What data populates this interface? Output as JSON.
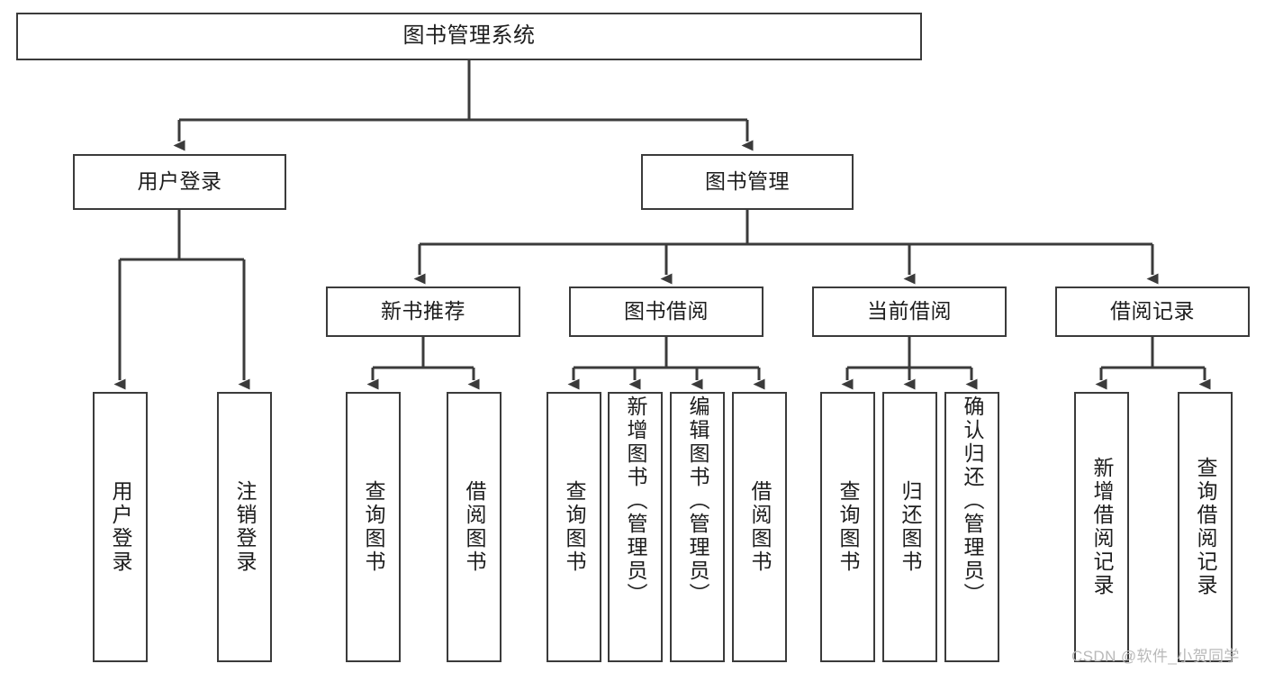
{
  "diagram": {
    "type": "tree",
    "title": "图书管理系统",
    "watermark": "CSDN @软件_小贺同学",
    "colors": {
      "stroke": "#3b3b3b",
      "fill": "#ffffff",
      "text": "#1d1d1d",
      "watermark": "#b9b9b9"
    },
    "nodes": {
      "root": {
        "label": "图书管理系统",
        "level": 1,
        "orientation": "horizontal"
      },
      "user_login": {
        "label": "用户登录",
        "level": 2,
        "orientation": "horizontal"
      },
      "book_manage": {
        "label": "图书管理",
        "level": 2,
        "orientation": "horizontal"
      },
      "new_book_rec": {
        "label": "新书推荐",
        "level": 3,
        "orientation": "horizontal"
      },
      "book_borrow": {
        "label": "图书借阅",
        "level": 3,
        "orientation": "horizontal"
      },
      "current_borrow": {
        "label": "当前借阅",
        "level": 3,
        "orientation": "horizontal"
      },
      "borrow_record": {
        "label": "借阅记录",
        "level": 3,
        "orientation": "horizontal"
      },
      "leaf_user_login": {
        "label": "用户登录",
        "level": 3,
        "orientation": "vertical"
      },
      "leaf_logout": {
        "label": "注销登录",
        "level": 3,
        "orientation": "vertical"
      },
      "leaf_query_book_1": {
        "label": "查询图书",
        "level": 4,
        "orientation": "vertical"
      },
      "leaf_borrow_book_1": {
        "label": "借阅图书",
        "level": 4,
        "orientation": "vertical"
      },
      "leaf_query_book_2": {
        "label": "查询图书",
        "level": 4,
        "orientation": "vertical"
      },
      "leaf_add_book": {
        "label": "新增图书（管理员）",
        "level": 4,
        "orientation": "vertical"
      },
      "leaf_edit_book": {
        "label": "编辑图书（管理员）",
        "level": 4,
        "orientation": "vertical"
      },
      "leaf_borrow_book_2": {
        "label": "借阅图书",
        "level": 4,
        "orientation": "vertical"
      },
      "leaf_query_book_3": {
        "label": "查询图书",
        "level": 4,
        "orientation": "vertical"
      },
      "leaf_return_book": {
        "label": "归还图书",
        "level": 4,
        "orientation": "vertical"
      },
      "leaf_confirm_return": {
        "label": "确认归还（管理员）",
        "level": 4,
        "orientation": "vertical"
      },
      "leaf_add_record": {
        "label": "新增借阅记录",
        "level": 4,
        "orientation": "vertical"
      },
      "leaf_query_record": {
        "label": "查询借阅记录",
        "level": 4,
        "orientation": "vertical"
      }
    },
    "edges": [
      {
        "from": "root",
        "to": "user_login"
      },
      {
        "from": "root",
        "to": "book_manage"
      },
      {
        "from": "user_login",
        "to": "leaf_user_login"
      },
      {
        "from": "user_login",
        "to": "leaf_logout"
      },
      {
        "from": "book_manage",
        "to": "new_book_rec"
      },
      {
        "from": "book_manage",
        "to": "book_borrow"
      },
      {
        "from": "book_manage",
        "to": "current_borrow"
      },
      {
        "from": "book_manage",
        "to": "borrow_record"
      },
      {
        "from": "new_book_rec",
        "to": "leaf_query_book_1"
      },
      {
        "from": "new_book_rec",
        "to": "leaf_borrow_book_1"
      },
      {
        "from": "book_borrow",
        "to": "leaf_query_book_2"
      },
      {
        "from": "book_borrow",
        "to": "leaf_add_book"
      },
      {
        "from": "book_borrow",
        "to": "leaf_edit_book"
      },
      {
        "from": "book_borrow",
        "to": "leaf_borrow_book_2"
      },
      {
        "from": "current_borrow",
        "to": "leaf_query_book_3"
      },
      {
        "from": "current_borrow",
        "to": "leaf_return_book"
      },
      {
        "from": "current_borrow",
        "to": "leaf_confirm_return"
      },
      {
        "from": "borrow_record",
        "to": "leaf_add_record"
      },
      {
        "from": "borrow_record",
        "to": "leaf_query_record"
      }
    ]
  }
}
